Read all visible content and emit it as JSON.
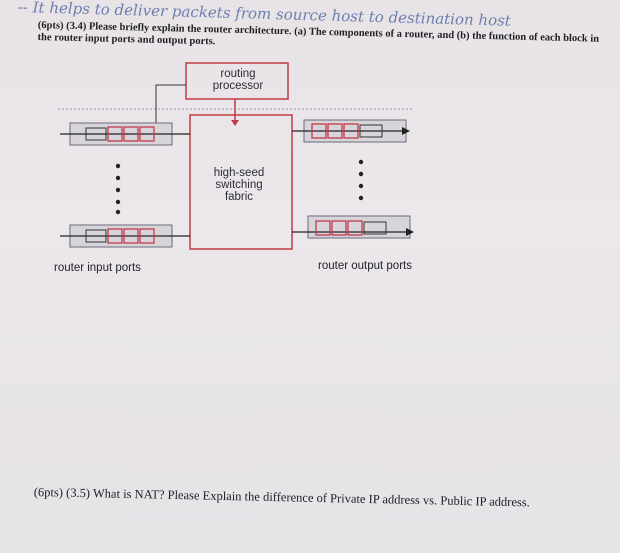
{
  "handwriting": "-- It helps to deliver packets from source host to destination host",
  "question1": {
    "points": "(6pts) (3.4)",
    "text": "Please briefly explain the router architecture. (a) The components of a router, and (b) the function of each block in the router input ports and output ports."
  },
  "diagram": {
    "routing_processor": [
      "routing",
      "processor"
    ],
    "switching_fabric": [
      "high-seed",
      "switching",
      "fabric"
    ],
    "input_label": "router input ports",
    "output_label": "router output ports"
  },
  "question2": {
    "points": "(6pts) (3.5)",
    "text": "What is NAT? Please Explain the difference of Private IP address vs. Public IP address."
  }
}
